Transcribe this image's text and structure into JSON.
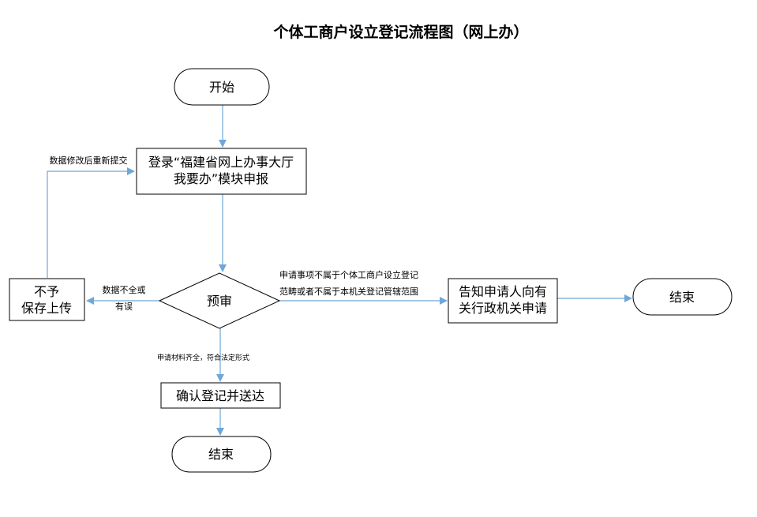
{
  "title": "个体工商户设立登记流程图（网上办）",
  "colors": {
    "arrow": "#6fa8d8",
    "border": "#000000",
    "background": "#ffffff"
  },
  "nodes": {
    "start": "开始",
    "login_line1": "登录“福建省网上办事大厅",
    "login_line2": "我要办”模块申报",
    "review": "预审",
    "reject_line1": "不予",
    "reject_line2": "保存上传",
    "confirm": "确认登记并送达",
    "end_bottom": "结束",
    "inform_line1": "告知申请人向有",
    "inform_line2": "关行政机关申请",
    "end_right": "结束"
  },
  "edge_labels": {
    "resubmit": "数据修改后重新提交",
    "incomplete_line1": "数据不全或",
    "incomplete_line2": "有误",
    "out_of_scope_line1": "申请事项不属于个体工商户设立登记",
    "out_of_scope_line2": "范畴或者不属于本机关登记管辖范围",
    "complete": "申请材料齐全，符合法定形式"
  }
}
